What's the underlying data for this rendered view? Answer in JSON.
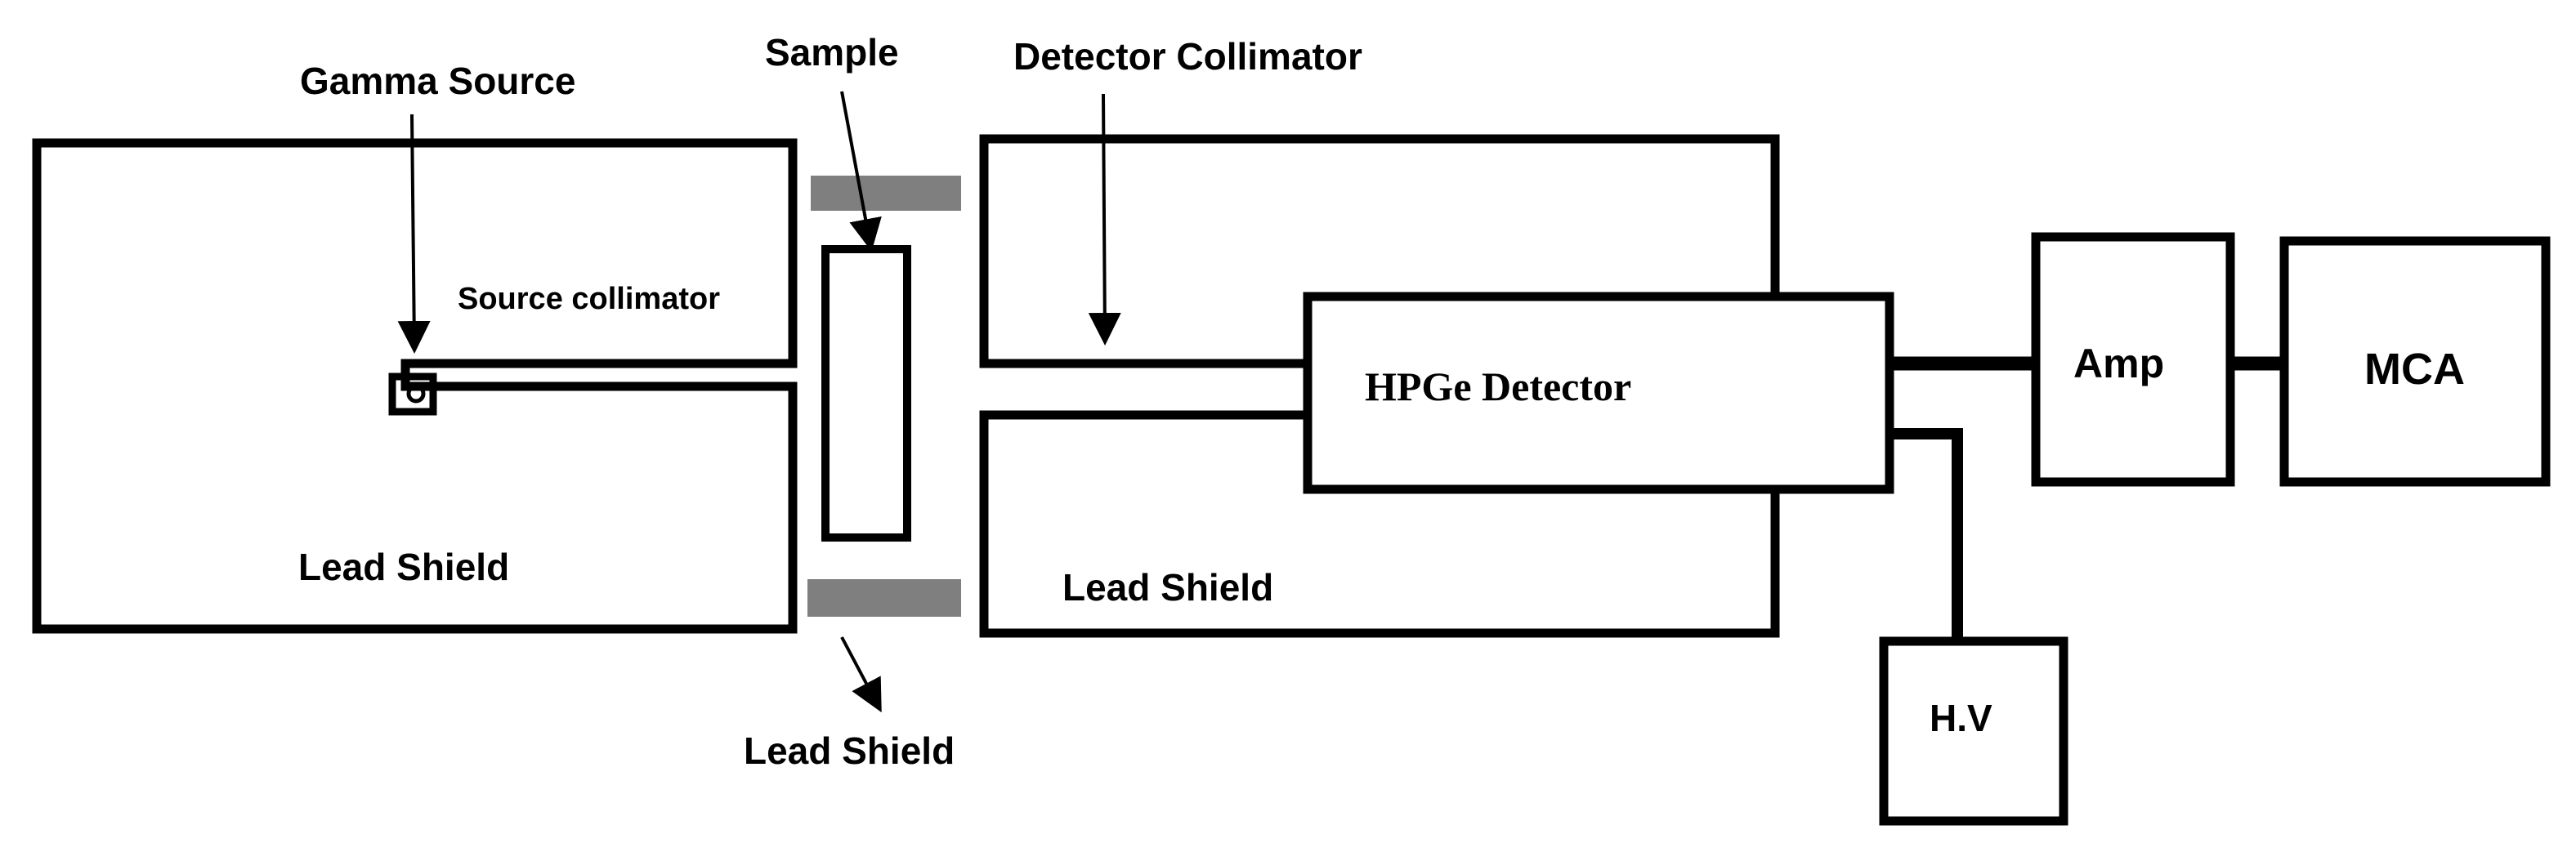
{
  "labels": {
    "gamma_source": "Gamma Source",
    "sample": "Sample",
    "detector_collimator": "Detector Collimator",
    "source_collimator": "Source collimator",
    "lead_shield_left": "Lead Shield",
    "lead_shield_right": "Lead Shield",
    "lead_shield_bottom": "Lead Shield",
    "hpge_detector": "HPGe Detector",
    "amp": "Amp",
    "mca": "MCA",
    "hv": "H.V"
  },
  "colors": {
    "line": "#000000",
    "shield_bar": "#7f7f7f",
    "background": "#ffffff"
  }
}
